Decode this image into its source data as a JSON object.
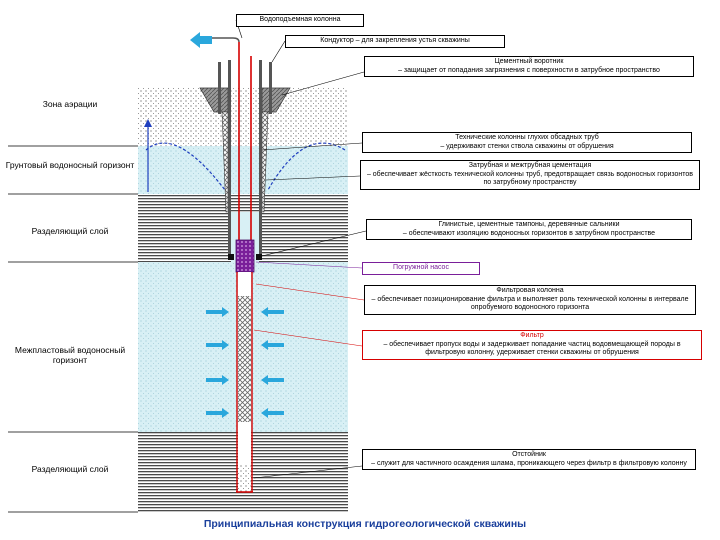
{
  "labels": {
    "water_column": "Водоподъемная колонна",
    "conductor": "Кондуктор – для закрепления устья скважины",
    "cement_collar": {
      "title": "Цементный воротник",
      "desc": "– защищает от попадания загрязнения с поверхности в затрубное пространство"
    },
    "tech_columns": {
      "title": "Технические колонны глухих обсадных труб",
      "desc": "– удерживают стенки ствола скважины от обрушения"
    },
    "cementation": {
      "title": "Затрубная и межтрубная цементация",
      "desc": "– обеспечивает жёсткость технической колонны труб, предотвращает связь водоносных горизонтов по затрубному пространству"
    },
    "plugs": {
      "title": "Глинистые, цементные тампоны, деревянные сальники",
      "desc": "– обеспечивают изоляцию водоносных горизонтов в затрубном пространстве"
    },
    "pump": "Погружной насос",
    "filter_column": {
      "title": "Фильтровая колонна",
      "desc": "– обеспечивает позиционирование фильтра и выполняет роль технической колонны в интервале опробуемого водоносного горизонта"
    },
    "filter": {
      "title": "Фильтр",
      "desc": "– обеспечивает пропуск воды и задерживает попадание частиц водовмещающей породы в фильтровую колонну, удерживает стенки скважины от обрушения"
    },
    "sump": {
      "title": "Отстойник",
      "desc": "– служит для частичного осаждения шлама, проникающего через фильтр в фильтровую колонну"
    }
  },
  "zones": {
    "aeration": "Зона аэрации",
    "groundwater": "Грунтовый водоносный горизонт",
    "separating1": "Разделяющий слой",
    "interlayer": "Межпластовый водоносный горизонт",
    "separating2": "Разделяющий слой"
  },
  "caption": "Принципиальная конструкция гидрогеологической скважины",
  "colors": {
    "water": "#d8f0f5",
    "clay": "#4a4a4a",
    "well_pipe": "#d60000",
    "pump": "#7a1f9a",
    "arrow": "#2aa7dc",
    "flow_line": "#1f3fbf",
    "caption": "#1a3f9c"
  }
}
